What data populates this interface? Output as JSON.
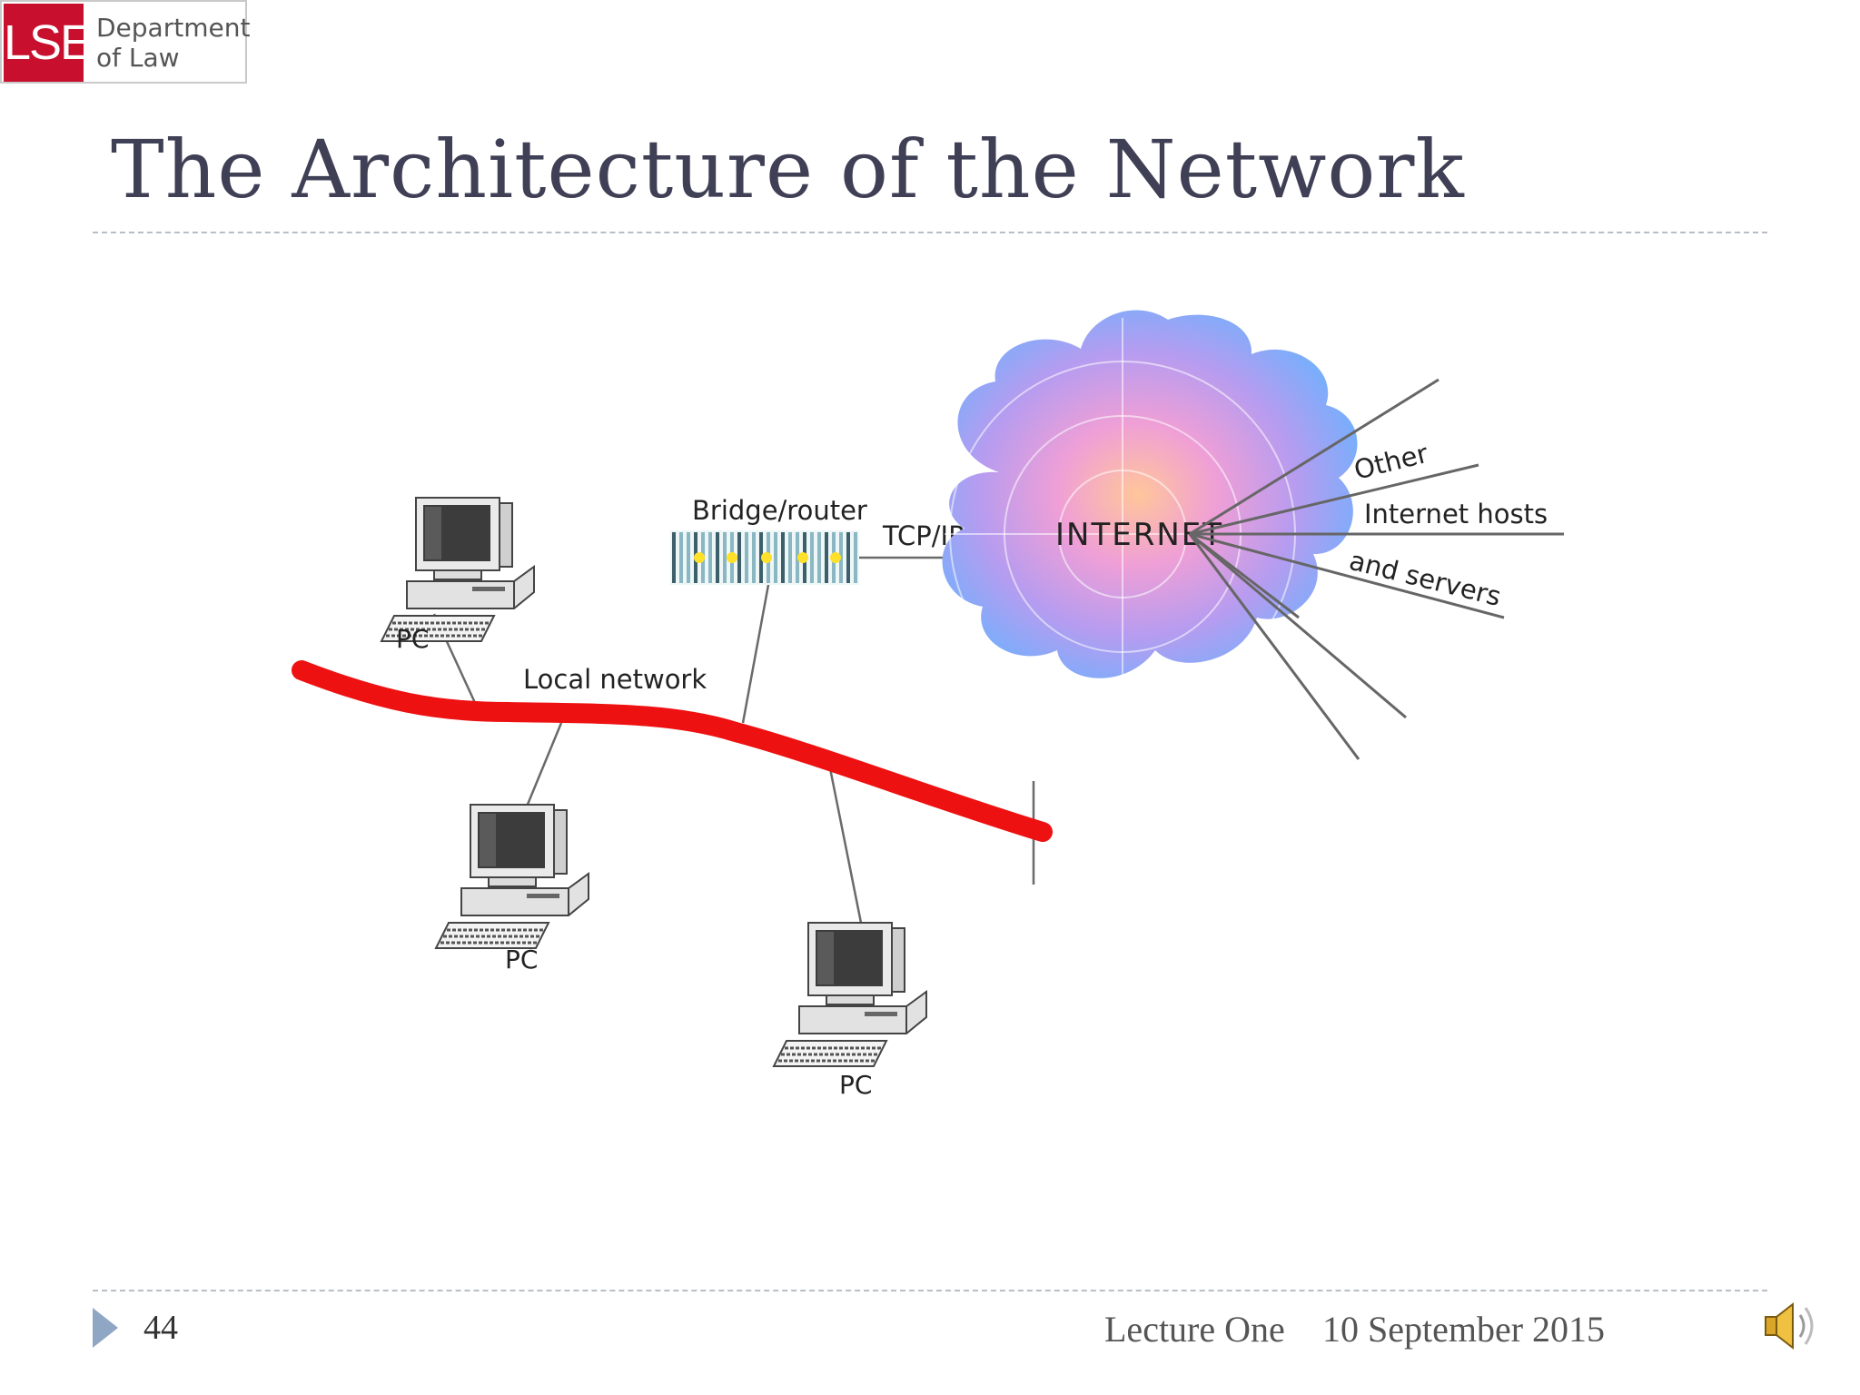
{
  "logo": {
    "mark": "LSE",
    "department_line1": "Department",
    "department_line2": "of Law"
  },
  "slide": {
    "title": "The Architecture of the Network"
  },
  "diagram": {
    "labels": {
      "pc": "PC",
      "local_network": "Local network",
      "bridge_router": "Bridge/router",
      "tcp_ip": "TCP/IP",
      "internet": "INTERNET",
      "other": "Other",
      "internet_hosts": "Internet hosts",
      "and_servers": "and servers"
    },
    "colors": {
      "network_cable": "#ee1111",
      "cloud_outer": "#7aaefb",
      "cloud_inner": "#ffbfa0",
      "router_led": "#ffe02a"
    }
  },
  "footer": {
    "page_number": "44",
    "lecture": "Lecture One",
    "date": "10 September 2015",
    "icons": [
      "play-triangle-icon",
      "speaker-icon"
    ]
  }
}
